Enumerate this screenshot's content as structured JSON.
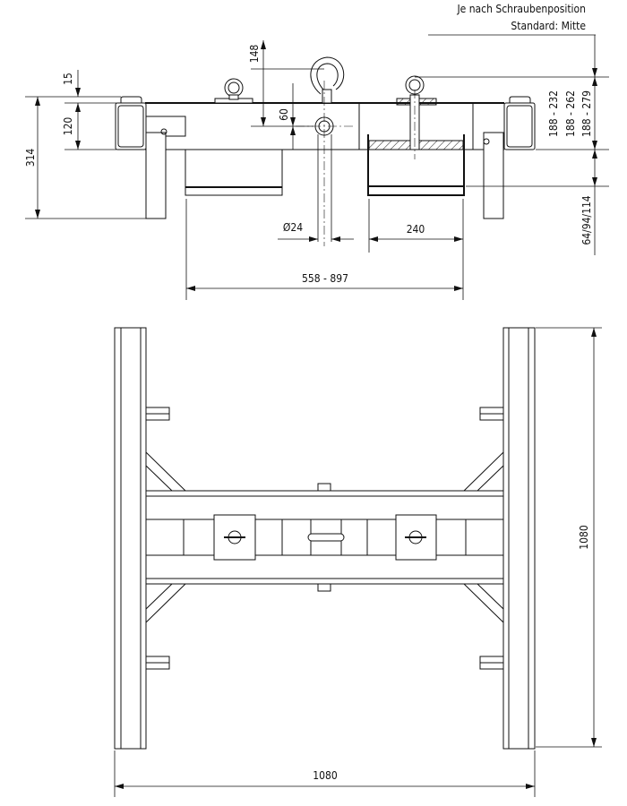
{
  "note": {
    "line1": "Je nach Schraubenposition",
    "line2": "Standard: Mitte"
  },
  "side_view": {
    "dim_overall_height": "314",
    "dim_top_plate": "15",
    "dim_beam_height": "120",
    "dim_hook_height": "148",
    "dim_eye_height": "60",
    "dim_pin_diameter": "Ø24",
    "dim_pocket_width": "240",
    "dim_pocket_span": "558 - 897",
    "dim_range_1": "188 - 232",
    "dim_range_2": "188 - 262",
    "dim_range_3": "188 - 279",
    "dim_pocket_height": "64/94/114"
  },
  "top_view": {
    "dim_length": "1080",
    "dim_width": "1080"
  }
}
